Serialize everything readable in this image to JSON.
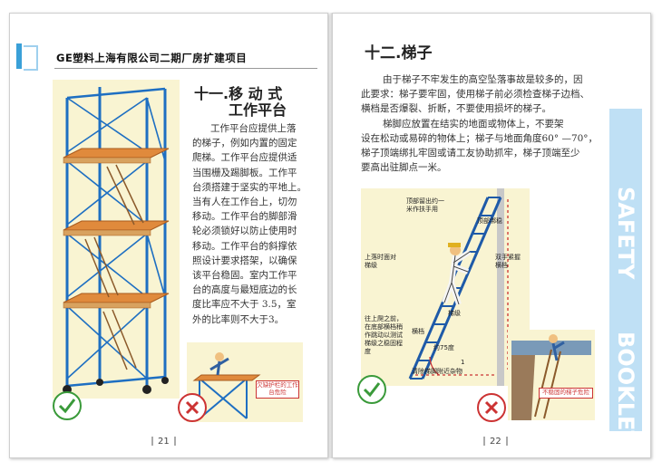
{
  "header": {
    "project_title": "GE塑料上海有限公司二期厂房扩建项目"
  },
  "left_page": {
    "section_title_line1": "十一.移 动 式",
    "section_title_line2": "工作平台",
    "paragraph": [
      "工作平台应提供上落",
      "的梯子，例如内置的固定",
      "爬梯。工作平台应提供适",
      "当围栅及踢脚板。工作平",
      "台须搭建于坚实的平地上。",
      "当有人在工作台上，切勿",
      "移动。工作平台的脚部滑",
      "轮必须锁好以防止使用时",
      "移动。工作平台的斜撑依",
      "照设计要求搭架，以确保",
      "该平台稳固。室内工作平",
      "台的高度与最短底边的长",
      "度比率应不大于 3.5，室",
      "外的比率则不大于3。"
    ],
    "warning_label": "欠缺护栏的工作台危险",
    "page_number": "21"
  },
  "right_page": {
    "section_title": "十二.梯子",
    "paragraph": [
      "由于梯子不牢发生的高空坠落事故是较多的，因",
      "此要求：梯子要牢固，使用梯子前必须检查梯子边档、",
      "横档是否爆裂、折断，不要使用损坏的梯子。",
      "梯脚应放置在结实的地面或物体上，不要架",
      "设在松动或易碎的物体上；梯子与地面角度60° —70°，",
      "梯子顶端绑扎牢固或请工友协助抓牢，梯子顶端至少",
      "要高出驻脚点一米。"
    ],
    "ladder_labels": {
      "top_extend": "顶部留出约一米作扶手用",
      "top_tie": "顶部绑稳",
      "both_hands": "双手紧握横档",
      "go_up": "上落时面对梯级",
      "ladder": "梯级",
      "rung": "横档",
      "angle": "约75度",
      "ratio": "1",
      "before": "往上爬之前，在底部横档稍作跳动以测试梯级之稳固程度",
      "clear": "清除梯脚附近杂物",
      "damaged": "不稳固的梯子危险"
    },
    "page_number": "22"
  },
  "side_banner": {
    "word1": "SAFETY",
    "word2": "BOOKLET"
  },
  "colors": {
    "accent": "#3aa0d8",
    "scaffold": "#1e6fc2",
    "platform": "#e08a3c",
    "panel": "#f9f4d2",
    "banner": "#bfe0f5"
  }
}
